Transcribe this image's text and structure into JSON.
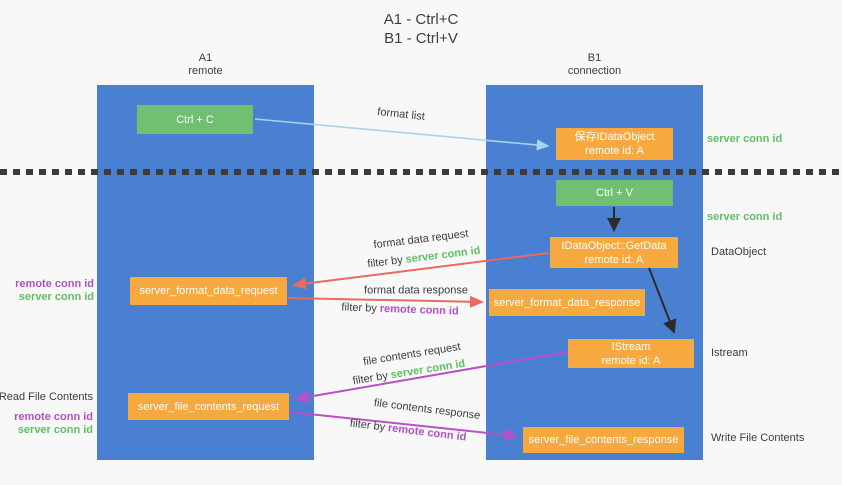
{
  "title": {
    "line1": "A1  -  Ctrl+C",
    "line2": "B1  -  Ctrl+V"
  },
  "lifelines": {
    "a1": {
      "name": "A1",
      "role": "remote"
    },
    "b1": {
      "name": "B1",
      "role": "connection"
    }
  },
  "nodes": {
    "ctrl_c": "Ctrl + C",
    "ctrl_v": "Ctrl + V",
    "save_idataobject": {
      "line1": "保存IDataObject",
      "line2": "remote id: A"
    },
    "getdata": {
      "line1": "IDataObject::GetData",
      "line2": "remote id: A"
    },
    "istream": {
      "line1": "IStream",
      "line2": "remote id: A"
    },
    "server_format_data_request": "server_format_data_request",
    "server_format_data_response": "server_format_data_response",
    "server_file_contents_request": "server_file_contents_request",
    "server_file_contents_response": "server_file_contents_response"
  },
  "arrow_labels": {
    "format_list": "format list",
    "format_data_request": "format data request",
    "format_data_response": "format data response",
    "file_contents_request": "file contents request",
    "file_contents_response": "file contents response",
    "filter_by": "filter by",
    "server_conn_id": "server conn id",
    "remote_conn_id": "remote conn id"
  },
  "side_labels": {
    "server_conn_id_top": "server conn id",
    "server_conn_id_mid": "server conn id",
    "dataobject": "DataObject",
    "istream": "Istream",
    "read_file_contents": "Read File Contents",
    "write_file_contents": "Write File Contents",
    "remote_conn_id": "remote conn id",
    "server_conn_id": "server conn id"
  },
  "colors": {
    "background": "#f8f8f9",
    "lifeline_blue": "#4a80d1",
    "node_green": "#71bf73",
    "node_orange": "#f7a940",
    "arrow_red": "#e96a5e",
    "arrow_purple": "#ba50c5",
    "arrow_light_blue": "#a8d3ee",
    "arrow_black": "#2b2b2b",
    "label_green": "#5fbf61",
    "label_purple": "#b14fc8",
    "text_dark": "#3c3c3c",
    "dotted_line": "#3b3b3b"
  }
}
